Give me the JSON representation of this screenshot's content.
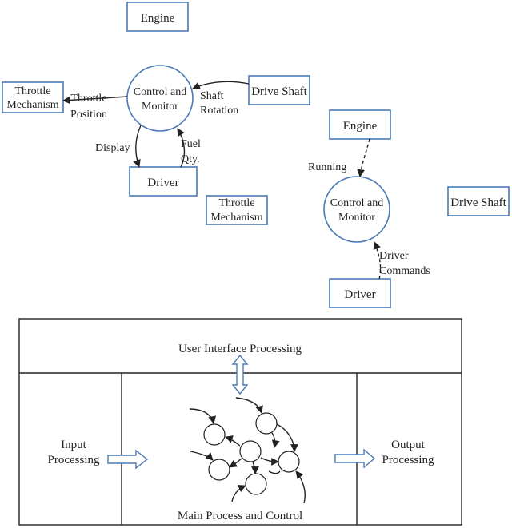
{
  "top_left": {
    "engine": "Engine",
    "control_monitor": [
      "Control and",
      "Monitor"
    ],
    "throttle_mechanism": [
      "Throttle",
      "Mechanism"
    ],
    "drive_shaft": "Drive Shaft",
    "driver": "Driver",
    "labels": {
      "throttle_position": [
        "Throttle",
        "Position"
      ],
      "shaft_rotation": [
        "Shaft",
        "Rotation"
      ],
      "display": "Display",
      "fuel_qty": [
        "Fuel",
        "Qty."
      ]
    }
  },
  "right": {
    "throttle_mechanism": [
      "Throttle",
      "Mechanism"
    ],
    "engine": "Engine",
    "control_monitor": [
      "Control and",
      "Monitor"
    ],
    "drive_shaft": "Drive Shaft",
    "driver": "Driver",
    "labels": {
      "running": "Running",
      "driver_commands": [
        "Driver",
        "Commands"
      ]
    }
  },
  "bottom": {
    "ui_processing": "User Interface Processing",
    "input_processing": [
      "Input",
      "Processing"
    ],
    "output_processing": [
      "Output",
      "Processing"
    ],
    "main_process": "Main Process and Control"
  }
}
